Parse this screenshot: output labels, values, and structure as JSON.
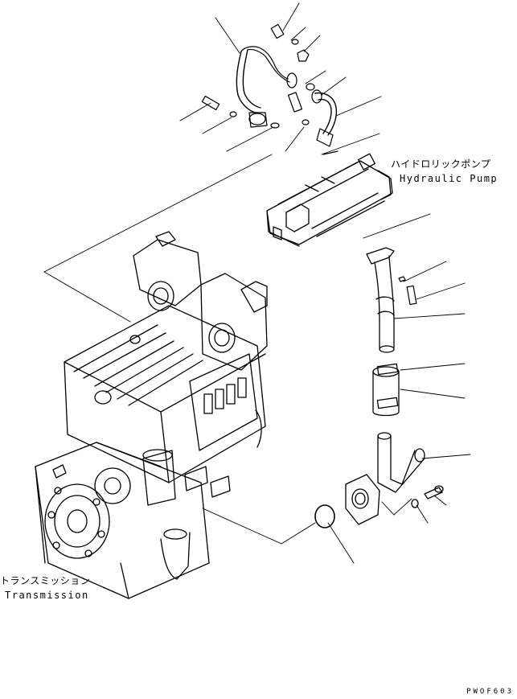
{
  "labels": {
    "hydraulic_pump_jp": "ハイドロリックポンプ",
    "hydraulic_pump_en": "Hydraulic Pump",
    "transmission_jp": "トランスミッション",
    "transmission_en": "Transmission",
    "drawing_code": "PWOF603"
  },
  "colors": {
    "line": "#000000",
    "background": "#ffffff"
  }
}
